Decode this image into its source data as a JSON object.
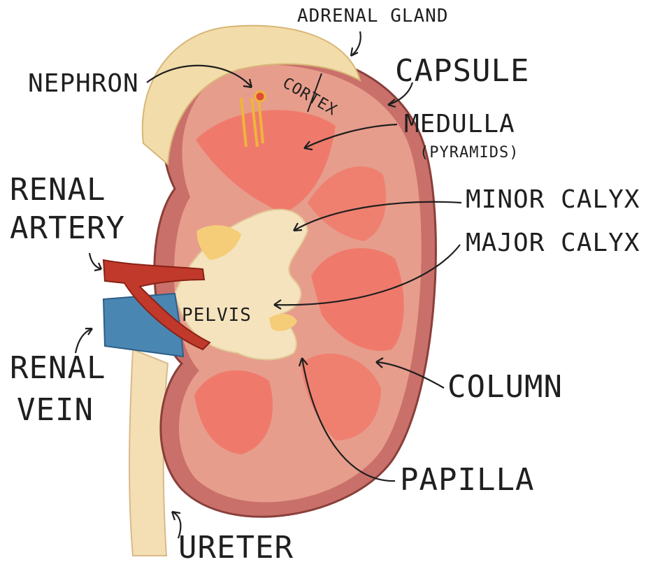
{
  "labels": {
    "adrenal_gland": "ADRENAL GLAND",
    "nephron": "NEPHRON",
    "cortex": "CORTEX",
    "capsule": "CAPSULE",
    "medulla": "MEDULLA",
    "pyramids": "(PYRAMIDS)",
    "renal_artery_line1": "RENAL",
    "renal_artery_line2": "ARTERY",
    "minor_calyx": "MINOR CALYX",
    "major_calyx": "MAJOR CALYX",
    "pelvis": "PELVIS",
    "renal_vein_line1": "RENAL",
    "renal_vein_line2": "VEIN",
    "column": "COLUMN",
    "papilla": "PAPILLA",
    "ureter": "URETER"
  },
  "colors": {
    "capsule": "#c9706a",
    "cortex": "#e79d8c",
    "medulla": "#ef7a6c",
    "pelvis": "#f5e3bd",
    "adrenal": "#f2dcaa",
    "fat": "#f5cd78",
    "artery": "#c0392b",
    "vein": "#4a86b2",
    "ureter": "#f3dfb3"
  }
}
